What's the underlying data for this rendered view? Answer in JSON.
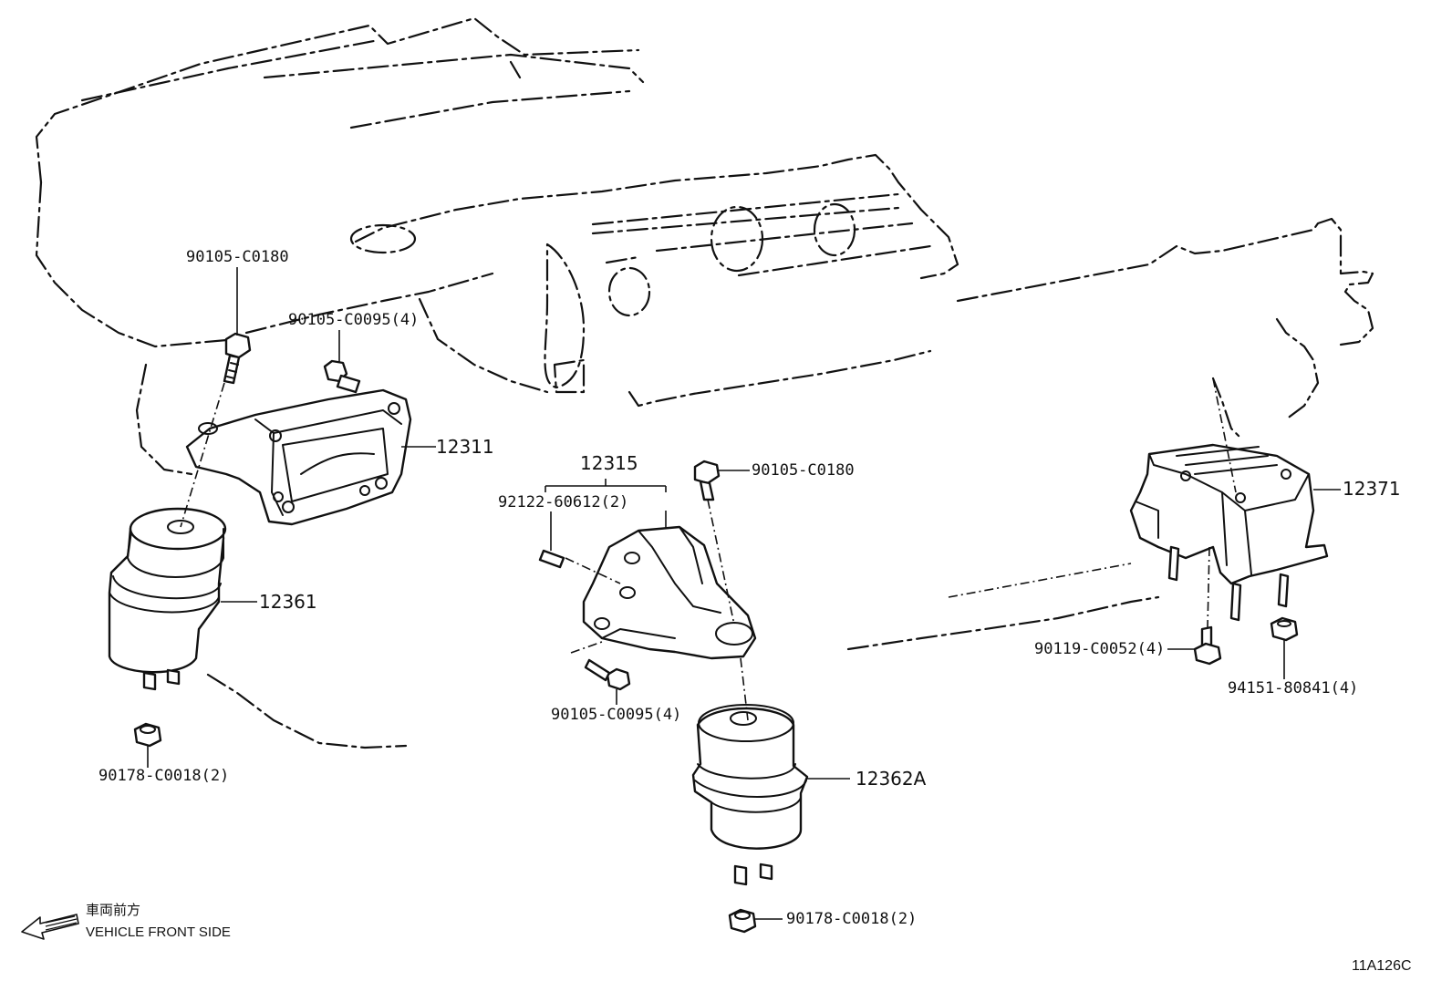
{
  "diagram_id": "11A126C",
  "direction": {
    "label_jp": "車両前方",
    "label_en": "VEHICLE FRONT SIDE"
  },
  "callouts": {
    "bolt_upper_left": "90105-C0180",
    "bolt_upper_left_4": "90105-C0095(4)",
    "bracket_left": "12311",
    "insulator_left": "12361",
    "nut_left": "90178-C0018(2)",
    "bracket_center": "12315",
    "stud_center": "92122-60612(2)",
    "bolt_center_top": "90105-C0180",
    "bolt_center_lower": "90105-C0095(4)",
    "insulator_center": "12362A",
    "nut_center": "90178-C0018(2)",
    "mount_rear": "12371",
    "bolt_rear": "90119-C0052(4)",
    "nut_rear": "94151-80841(4)"
  }
}
